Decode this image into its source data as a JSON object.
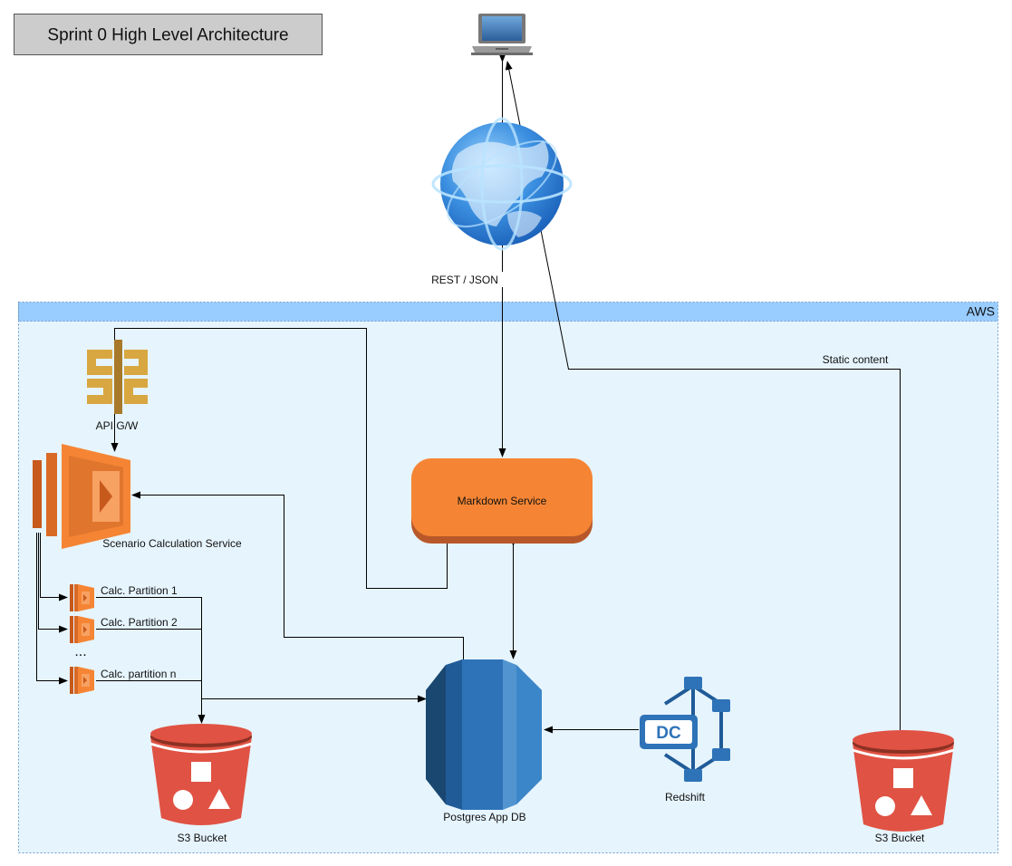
{
  "title": "Sprint 0 High Level Architecture",
  "group": {
    "label": "AWS"
  },
  "nodes": {
    "client": {
      "icon": "laptop-icon"
    },
    "internet": {
      "icon": "globe-icon"
    },
    "api_gateway": {
      "label": "API G/W",
      "icon": "api-gateway-icon"
    },
    "scenario_service": {
      "label": "Scenario Calculation Service",
      "icon": "lambda-icon"
    },
    "partition_1": {
      "label": "Calc. Partition 1",
      "icon": "lambda-small-icon"
    },
    "partition_2": {
      "label": "Calc. Partition 2",
      "icon": "lambda-small-icon"
    },
    "partition_ellipsis": {
      "label": "..."
    },
    "partition_n": {
      "label": "Calc. partition n",
      "icon": "lambda-small-icon"
    },
    "markdown_service": {
      "label": "Markdown Service"
    },
    "postgres": {
      "label": "Postgres App DB",
      "icon": "rds-database-icon"
    },
    "redshift": {
      "label": "Redshift",
      "icon": "redshift-dc-icon"
    },
    "s3_calc": {
      "label": "S3 Bucket",
      "icon": "s3-bucket-icon"
    },
    "s3_static": {
      "label": "S3 Bucket",
      "icon": "s3-bucket-icon"
    }
  },
  "edges": {
    "rest_json": {
      "label": "REST / JSON"
    },
    "static_content": {
      "label": "Static content"
    }
  },
  "colors": {
    "aws_band": "#99ccff",
    "aws_area": "#e6f4fd",
    "lambda_orange": "#f58534",
    "markdown_fill": "#f58534",
    "markdown_edge": "#b8582a",
    "s3_red": "#e05243",
    "rds_blue": "#2e73b8",
    "redshift_blue": "#205b98",
    "api_gold": "#d9a741"
  }
}
